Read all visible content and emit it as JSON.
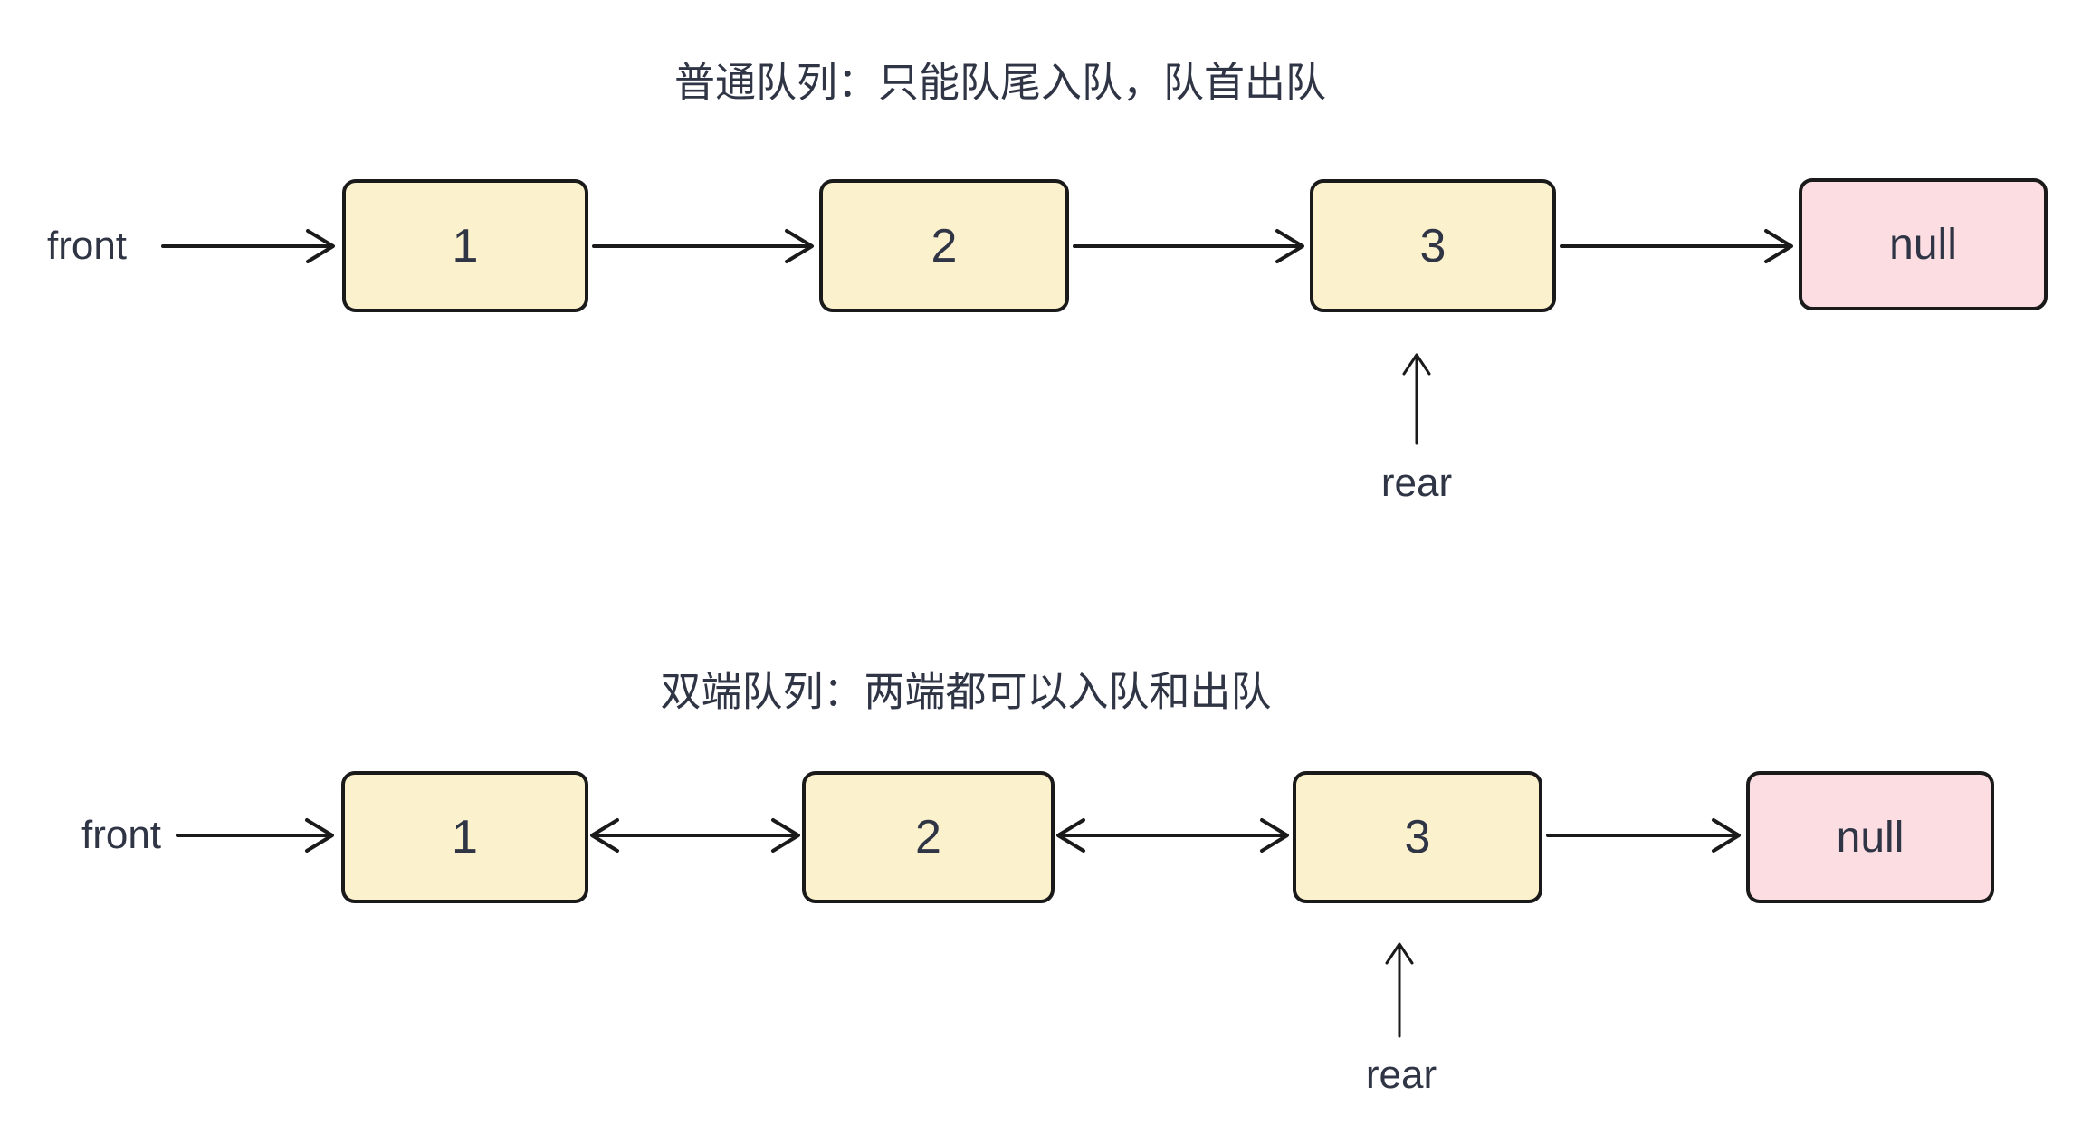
{
  "colors": {
    "node_fill": "#FCF1CD",
    "null_fill": "#FBDDE2",
    "stroke": "#1A1A1A",
    "text_dark": "#2F3545",
    "background": "#FFFFFF"
  },
  "diagrams": [
    {
      "title": "普通队列：只能队尾入队，队首出队",
      "front_label": "front",
      "rear_label": "rear",
      "nodes": [
        "1",
        "2",
        "3"
      ],
      "null_label": "null",
      "links": "single-direction"
    },
    {
      "title": "双端队列：两端都可以入队和出队",
      "front_label": "front",
      "rear_label": "rear",
      "nodes": [
        "1",
        "2",
        "3"
      ],
      "null_label": "null",
      "links": "bidirectional"
    }
  ]
}
